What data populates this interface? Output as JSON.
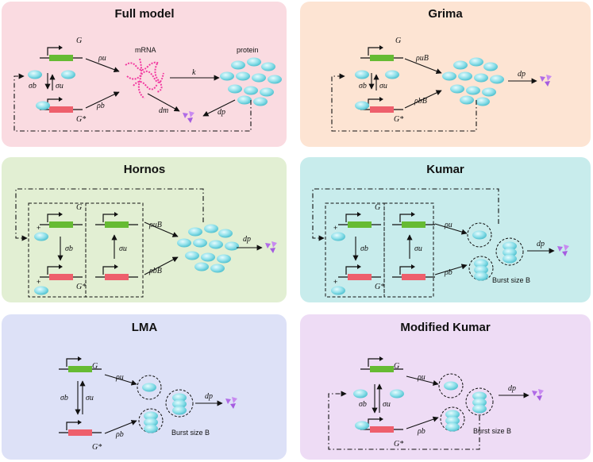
{
  "panels": {
    "full": {
      "title": "Full model",
      "gene": "G",
      "gene_bound": "G*",
      "rho_u": "ρu",
      "rho_b": "ρb",
      "sigma_b": "σb",
      "sigma_u": "σu",
      "mrna": "mRNA",
      "protein": "protein",
      "k": "k",
      "d_m": "dm",
      "d_p": "dp"
    },
    "grima": {
      "title": "Grima",
      "gene": "G",
      "gene_bound": "G*",
      "rho_u": "ρuB",
      "rho_b": "ρbB",
      "sigma_b": "σb",
      "sigma_u": "σu",
      "d_p": "dp"
    },
    "hornos": {
      "title": "Hornos",
      "gene": "G",
      "gene_bound": "G*",
      "rho_u": "ρuB",
      "rho_b": "ρbB",
      "sigma_b": "σb",
      "sigma_u": "σu",
      "d_p": "dp",
      "plus": "+"
    },
    "kumar": {
      "title": "Kumar",
      "gene": "G",
      "gene_bound": "G*",
      "rho_u": "ρu",
      "rho_b": "ρb",
      "sigma_b": "σb",
      "sigma_u": "σu",
      "d_p": "dp",
      "burst": "Burst size B",
      "plus": "+"
    },
    "lma": {
      "title": "LMA",
      "gene": "G",
      "gene_bound": "G*",
      "rho_u": "ρu",
      "rho_b": "ρb",
      "sigma_b": "σb",
      "sigma_u": "σu",
      "d_p": "dp",
      "burst": "Burst size B"
    },
    "modkumar": {
      "title": "Modified Kumar",
      "gene": "G",
      "gene_bound": "G*",
      "rho_u": "ρu",
      "rho_b": "ρb",
      "sigma_b": "σb",
      "sigma_u": "σu",
      "d_p": "dp",
      "burst": "Burst size B"
    }
  },
  "colors": {
    "full_bg": "#fadbe1",
    "grima_bg": "#fde4d3",
    "hornos_bg": "#e2efd3",
    "kumar_bg": "#c8ecec",
    "lma_bg": "#dde1f7",
    "modkumar_bg": "#eedcf5",
    "gene_active": "#66bb33",
    "gene_bound": "#ee5f6c",
    "protein": "#8fe0ea",
    "degraded": "#b06be6",
    "mrna": "#f23aa0"
  }
}
